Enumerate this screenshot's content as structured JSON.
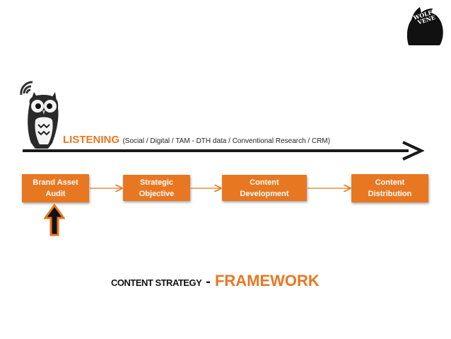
{
  "logo": {
    "text_line1": "WOLFE",
    "text_line2": "VENE"
  },
  "listening": {
    "main": "LISTENING",
    "detail": "(Social / Digital / TAM - DTH data / Conventional Research / CRM)"
  },
  "steps": [
    {
      "line1": "Brand Asset",
      "line2": "Audit"
    },
    {
      "line1": "Strategic",
      "line2": "Objective"
    },
    {
      "line1": "Content",
      "line2": "Development"
    },
    {
      "line1": "Content",
      "line2": "Distribution"
    }
  ],
  "title": {
    "part1": "CONTENT STRATEGY",
    "dash": "-",
    "part2": "FRAMEWORK"
  },
  "colors": {
    "accent": "#e87722",
    "dark": "#111111",
    "background": "#ffffff"
  }
}
